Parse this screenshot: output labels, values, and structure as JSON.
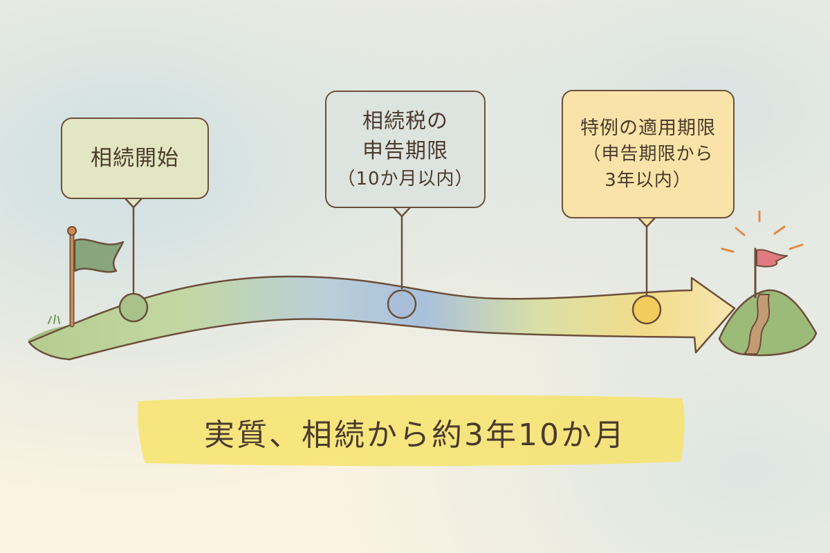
{
  "milestones": [
    {
      "lines": [
        "相続開始"
      ],
      "color": "green"
    },
    {
      "lines": [
        "相続税の",
        "申告期限",
        "（10か月以内）"
      ],
      "color": "blue"
    },
    {
      "lines": [
        "特例の適用期限",
        "（申告期限から",
        "3年以内）"
      ],
      "color": "yellow"
    }
  ],
  "summary": "実質、相続から約3年10か月",
  "colors": {
    "background": "#fbf3e1",
    "ink": "#6b4e3a",
    "green": "#a9c28a",
    "blue": "#a9bfd9",
    "yellow": "#f2cd5e",
    "flag_start": "#88a57d",
    "flag_goal": "#df7a80",
    "highlight": "#f7e36c"
  }
}
